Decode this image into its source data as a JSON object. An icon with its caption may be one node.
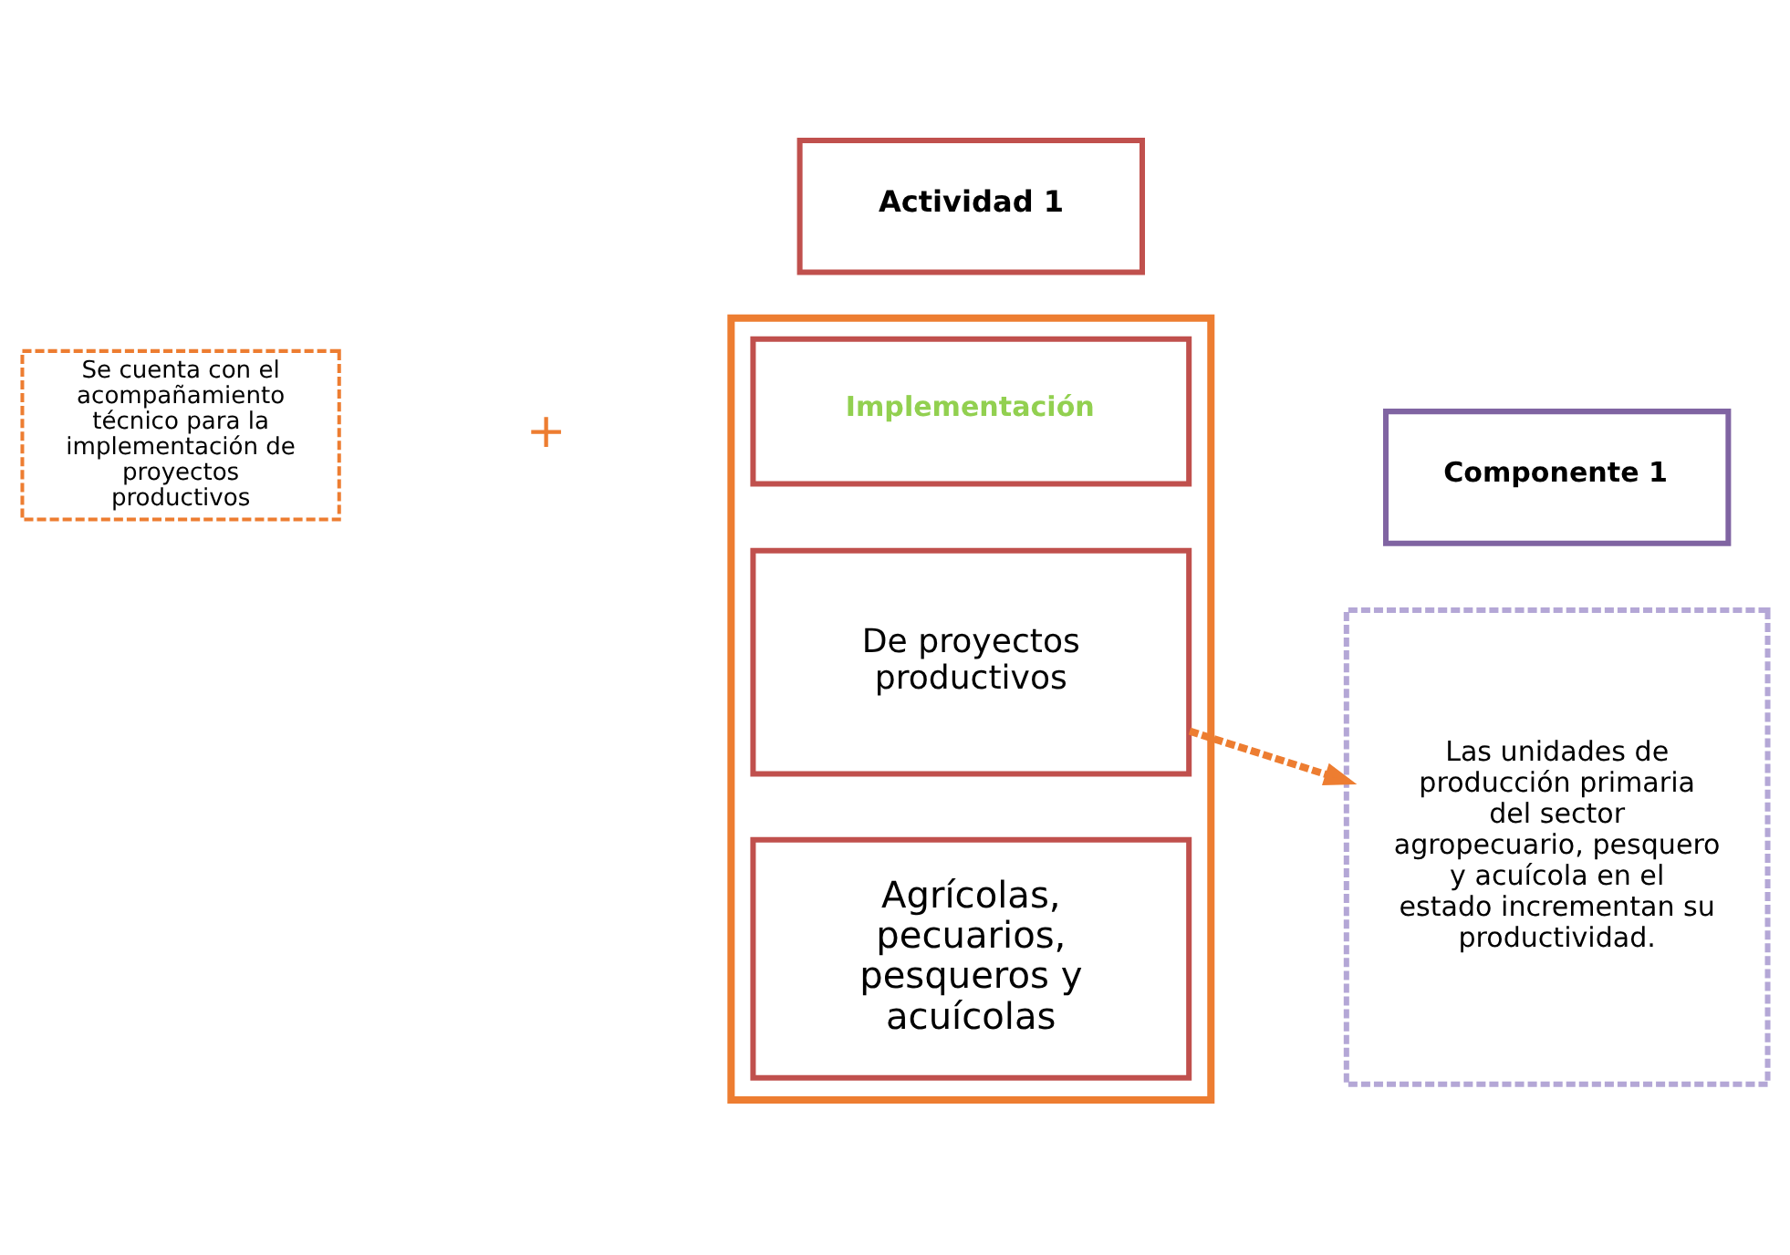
{
  "diagram": {
    "nodes": [
      {
        "text": [
          "Actividad 1"
        ]
      },
      {
        "text": [
          "Componente 1"
        ]
      },
      {
        "text": [
          "Se cuenta con el acompañamiento técnico para la implementación de proyectos productivos"
        ]
      },
      {
        "text": [],
        "shape": "box"
      },
      {
        "text": [
          "Implementación"
        ],
        "in": 3
      },
      {
        "text": [
          "De proyectos productivos"
        ],
        "in": 3
      },
      {
        "text": [
          "Agrícolas, pecuarios, pesqueros y acuícolas"
        ],
        "in": 3
      },
      {
        "text": [
          "Las unidades de producción primaria del sector agropecuario, pesquero y acuícola en el estado incrementan su productividad."
        ]
      }
    ],
    "edges": [
      {
        "from": 5,
        "to": 7,
        "arrow": "to",
        "style": "dashed",
        "color": "#ed7d31"
      }
    ],
    "labels": [
      "+"
    ]
  }
}
